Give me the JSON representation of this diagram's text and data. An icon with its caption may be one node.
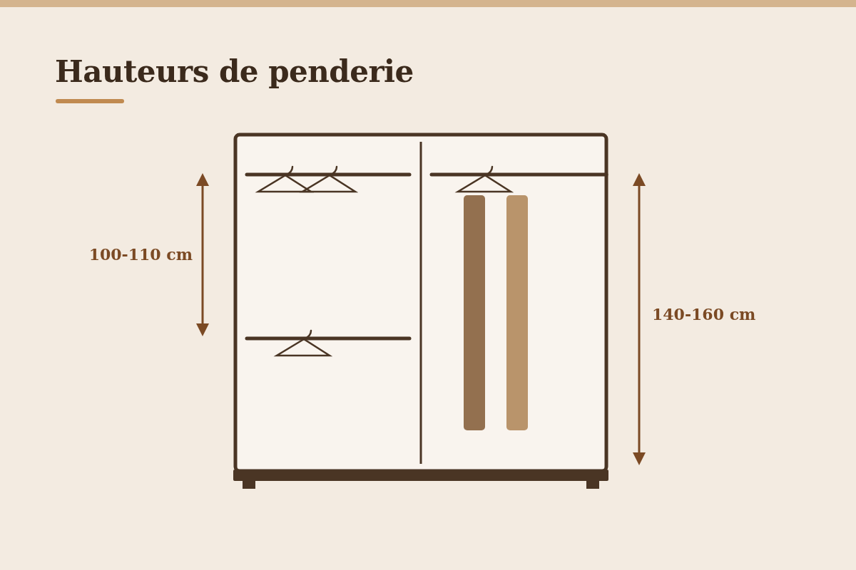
{
  "diagram": {
    "title": "Hauteurs de penderie",
    "labels": [
      "100-110 cm",
      "140-160 cm"
    ]
  }
}
